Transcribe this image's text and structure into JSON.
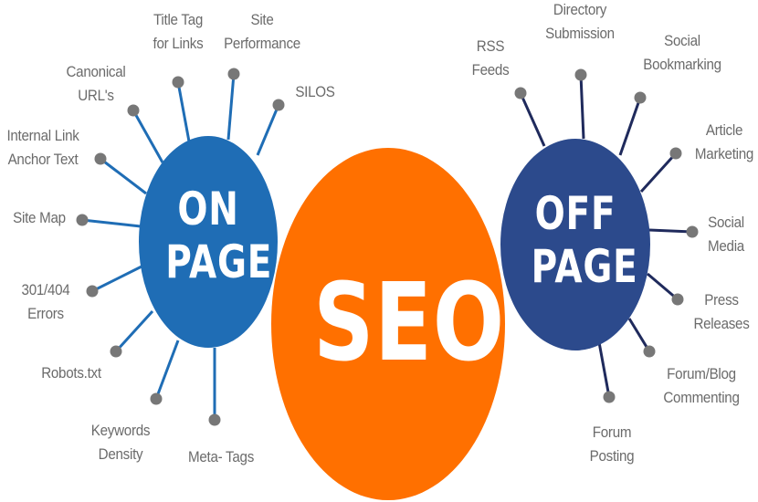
{
  "colors": {
    "on_page": "#1f6db5",
    "off_page": "#2c4a8c",
    "seo": "#ff7000",
    "connector_on": "#1f6db5",
    "connector_off": "#1f2a5c",
    "node": "#777777",
    "label": "#6b6b6b"
  },
  "center": {
    "label": "SEO"
  },
  "on_page": {
    "line1": "ON",
    "line2": "PAGE",
    "items": [
      {
        "label1": "Title Tag",
        "label2": "for Links"
      },
      {
        "label1": "Site",
        "label2": "Performance"
      },
      {
        "label1": "SILOS",
        "label2": ""
      },
      {
        "label1": "Canonical",
        "label2": "URL's"
      },
      {
        "label1": "Internal Link",
        "label2": "Anchor Text"
      },
      {
        "label1": "Site Map",
        "label2": ""
      },
      {
        "label1": "301/404",
        "label2": "Errors"
      },
      {
        "label1": "Robots.txt",
        "label2": ""
      },
      {
        "label1": "Keywords",
        "label2": "Density"
      },
      {
        "label1": "Meta- Tags",
        "label2": ""
      }
    ]
  },
  "off_page": {
    "line1": "OFF",
    "line2": "PAGE",
    "items": [
      {
        "label1": "RSS",
        "label2": "Feeds"
      },
      {
        "label1": "Directory",
        "label2": "Submission"
      },
      {
        "label1": "Social",
        "label2": "Bookmarking"
      },
      {
        "label1": "Article",
        "label2": "Marketing"
      },
      {
        "label1": "Social",
        "label2": "Media"
      },
      {
        "label1": "Press",
        "label2": "Releases"
      },
      {
        "label1": "Forum/Blog",
        "label2": "Commenting"
      },
      {
        "label1": "Forum",
        "label2": "Posting"
      }
    ]
  }
}
